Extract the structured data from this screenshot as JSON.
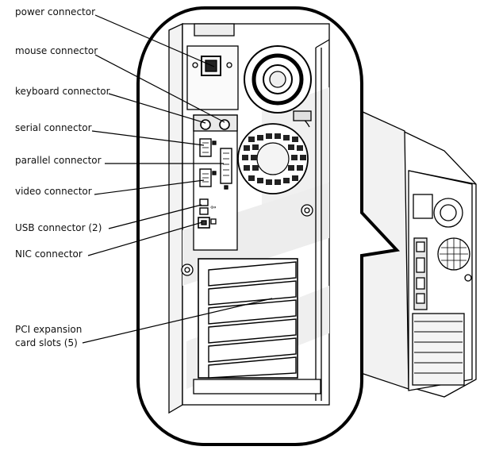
{
  "callouts": {
    "power": "power connector",
    "mouse": "mouse connector",
    "keyboard": "keyboard connector",
    "serial": "serial connector",
    "parallel": "parallel connector",
    "video": "video connector",
    "usb": "USB connector (2)",
    "nic": "NIC connector",
    "pci_line1": "PCI expansion",
    "pci_line2": "card slots (5)"
  },
  "colors": {
    "line": "#000000",
    "panel_fill": "#ffffff",
    "shade": "#e6e6e6",
    "dark_shade": "#cfcfcf"
  }
}
